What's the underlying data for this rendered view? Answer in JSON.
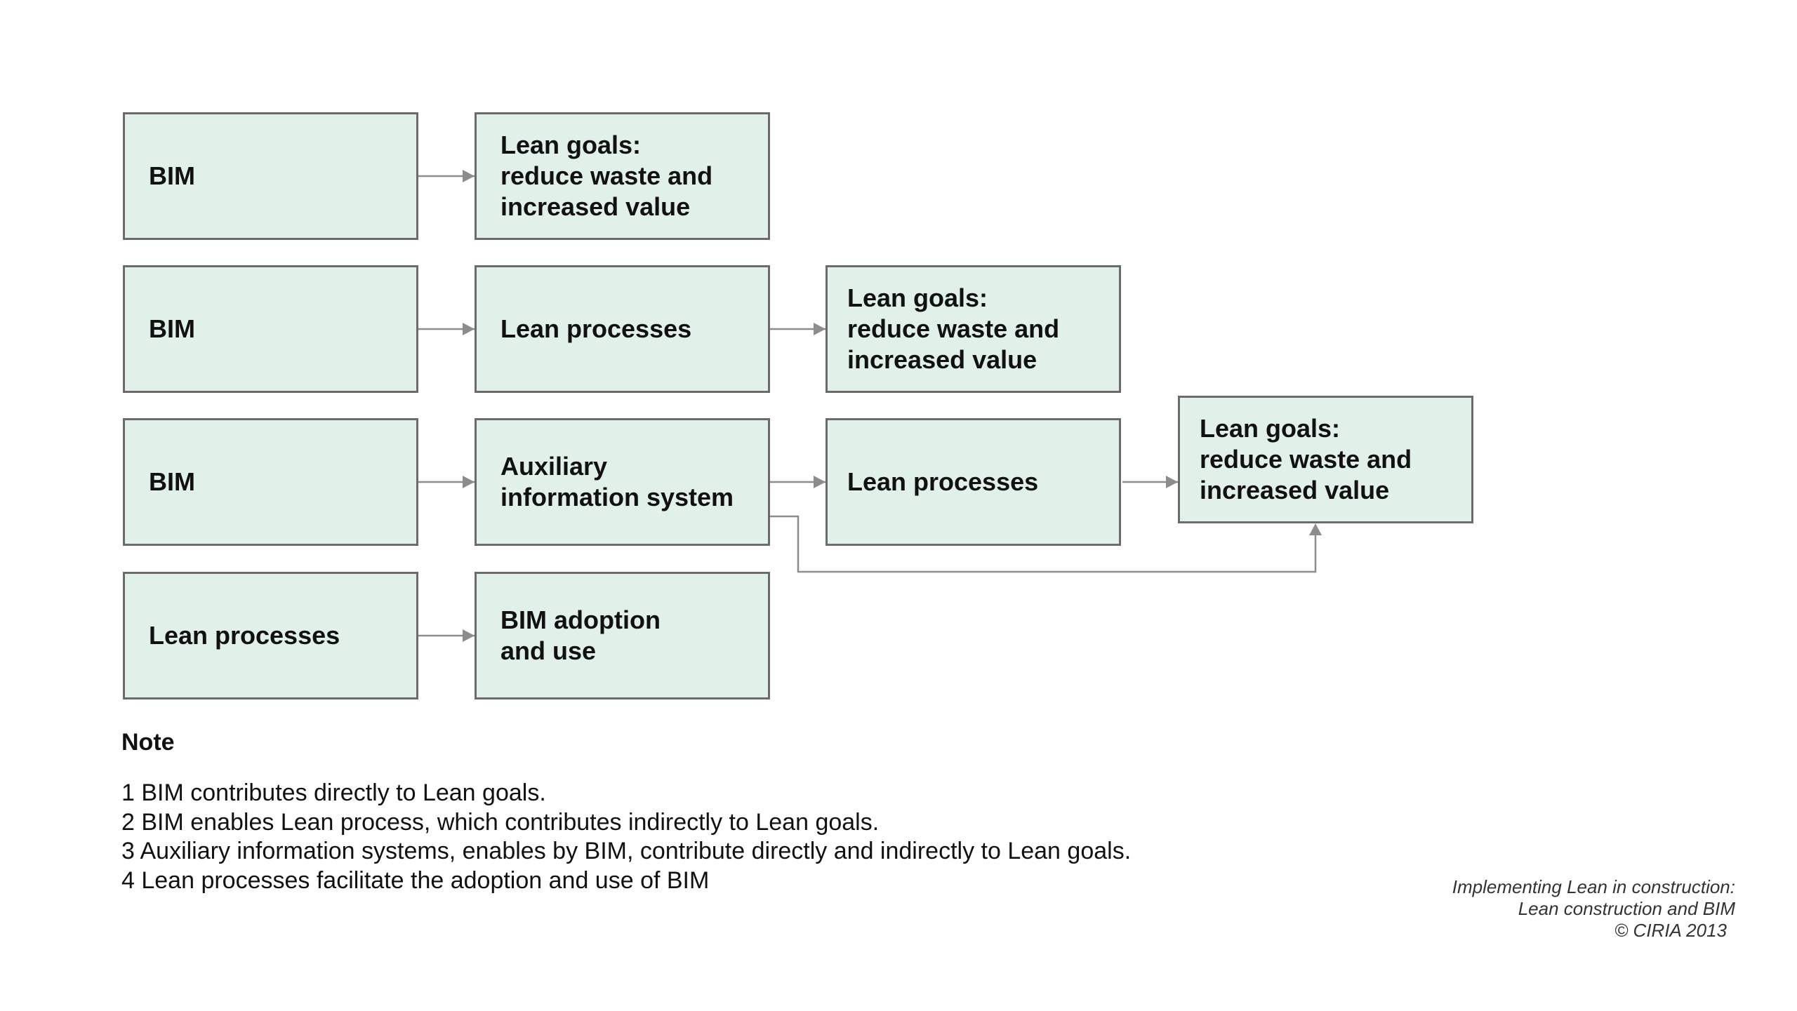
{
  "diagram": {
    "rows": [
      {
        "boxes": [
          {
            "label": "BIM"
          },
          {
            "label": "Lean goals:\nreduce waste and\nincreased value"
          }
        ]
      },
      {
        "boxes": [
          {
            "label": "BIM"
          },
          {
            "label": "Lean processes"
          },
          {
            "label": "Lean goals:\nreduce waste and\nincreased value"
          }
        ]
      },
      {
        "boxes": [
          {
            "label": "BIM"
          },
          {
            "label": "Auxiliary\ninformation system"
          },
          {
            "label": "Lean processes"
          },
          {
            "label": "Lean goals:\nreduce waste and\nincreased value"
          }
        ]
      },
      {
        "boxes": [
          {
            "label": "Lean processes"
          },
          {
            "label": "BIM adoption\nand use"
          }
        ]
      }
    ],
    "box_fill": "#e1f0e8",
    "box_border": "#6b6b6b",
    "arrow_color": "#8c8c8c"
  },
  "note": {
    "title": "Note",
    "items": [
      "1 BIM contributes directly to Lean goals.",
      "2 BIM enables Lean process, which contributes indirectly to Lean goals.",
      "3 Auxiliary information systems, enables by BIM, contribute directly and indirectly to Lean goals.",
      "4 Lean processes facilitate the adoption and use of BIM"
    ]
  },
  "credit": {
    "line1": "Implementing Lean in construction:",
    "line2": "Lean construction and BIM",
    "line3": "© CIRIA 2013"
  }
}
